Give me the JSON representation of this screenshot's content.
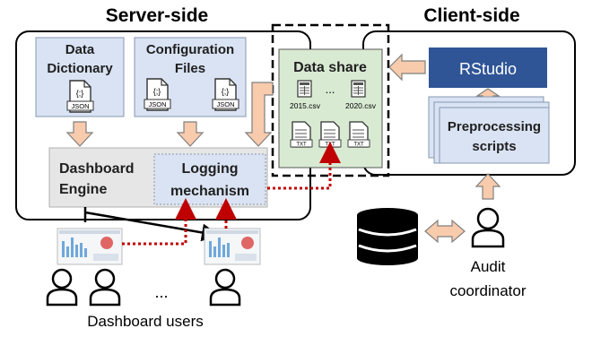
{
  "server_title": "Server-side",
  "client_title": "Client-side",
  "data_dictionary": {
    "title_lines": [
      "Data",
      "Dictionary"
    ],
    "file_label": "JSON"
  },
  "configuration_files": {
    "title_lines": [
      "Configuration",
      "Files"
    ],
    "file_label": "JSON"
  },
  "data_share": {
    "title": "Data share",
    "csv_files": [
      "2015.csv",
      "2020.csv"
    ],
    "ellipsis": "...",
    "txt_label": "TXT"
  },
  "dashboard_engine": {
    "lines": [
      "Dashboard",
      "Engine"
    ]
  },
  "logging_mechanism": {
    "lines": [
      "Logging",
      "mechanism"
    ]
  },
  "rstudio": {
    "label": "RStudio"
  },
  "preprocessing": {
    "lines": [
      "Preprocessing",
      "scripts"
    ]
  },
  "audit_coordinator": {
    "lines": [
      "Audit",
      "coordinator"
    ]
  },
  "dashboard_users": {
    "label": "Dashboard users",
    "ellipsis": "..."
  },
  "colors": {
    "box_fill": "#dae3f3",
    "box_stroke": "#8497b0",
    "green_fill": "#d9ead3",
    "arrow_fill": "#f8cbad",
    "arrow_stroke": "#7f7f7f",
    "dotted_red": "#c00000",
    "rstudio_fill": "#2f5597"
  }
}
